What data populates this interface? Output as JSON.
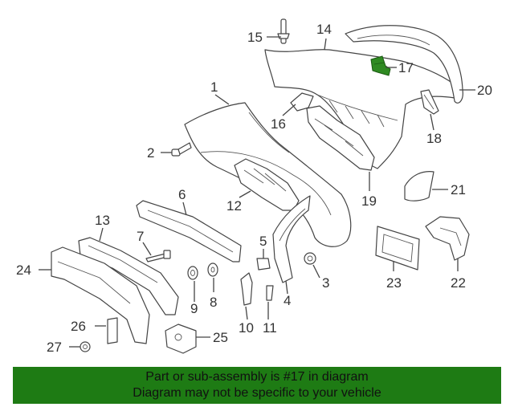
{
  "diagram": {
    "callouts": [
      "1",
      "2",
      "3",
      "4",
      "5",
      "6",
      "7",
      "8",
      "9",
      "10",
      "11",
      "12",
      "13",
      "14",
      "15",
      "16",
      "17",
      "18",
      "19",
      "20",
      "21",
      "22",
      "23",
      "24",
      "25",
      "26",
      "27"
    ],
    "highlighted_part": "17",
    "highlight_color": "#1e7b14"
  },
  "banner": {
    "line1": "Part or sub-assembly is #17 in diagram",
    "line2": "Diagram may not be specific to your vehicle",
    "color": "#1e7b14"
  }
}
